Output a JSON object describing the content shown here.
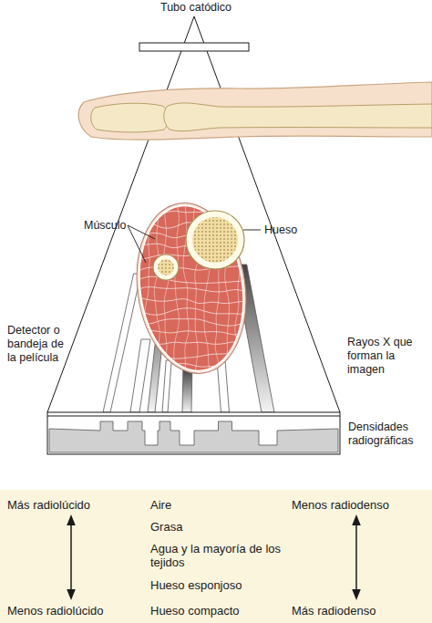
{
  "diagram": {
    "nodes": [
      {
        "text": [
          "Más radiolúcido",
          "Aire",
          "Menos radiodenso",
          "Grasa",
          "Agua y la mayoría de los tejidos",
          "Hueso esponjoso",
          "Menos radiolúcido",
          "Hueso compacto",
          "Más radiodenso"
        ]
      }
    ],
    "labels": [
      "Tubo catódico",
      "Músculo",
      "Hueso",
      "Detector o bandeja de la película",
      "Rayos X que forman la imagen",
      "Densidades radiográficas"
    ]
  }
}
